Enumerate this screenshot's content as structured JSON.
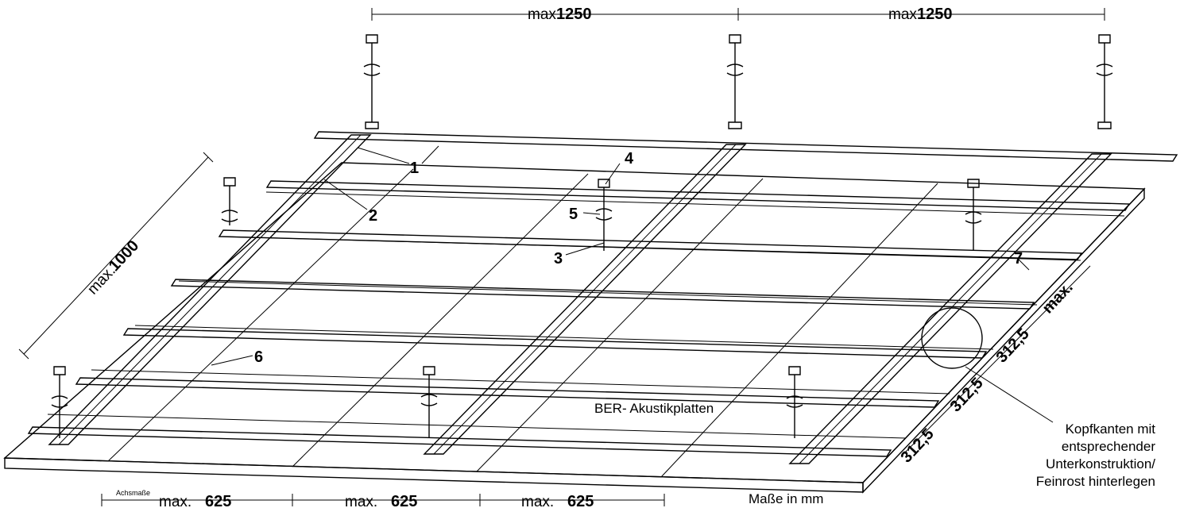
{
  "dimensions": {
    "top_prefix": "max.",
    "top_value": "1250",
    "left_prefix": "max.",
    "left_value": "1000",
    "bottom_caption": "Achsmaße",
    "bottom_prefix": "max.",
    "bottom_value": "625",
    "right_value": "312,5",
    "right_max": "max."
  },
  "callouts": [
    "1",
    "2",
    "3",
    "4",
    "5",
    "6",
    "7"
  ],
  "labels": {
    "panels": "BER- Akustikplatten",
    "units": "Maße in mm",
    "note_lines": [
      "Kopfkanten mit",
      "entsprechender",
      "Unterkonstruktion/",
      "Feinrost hinterlegen"
    ]
  }
}
